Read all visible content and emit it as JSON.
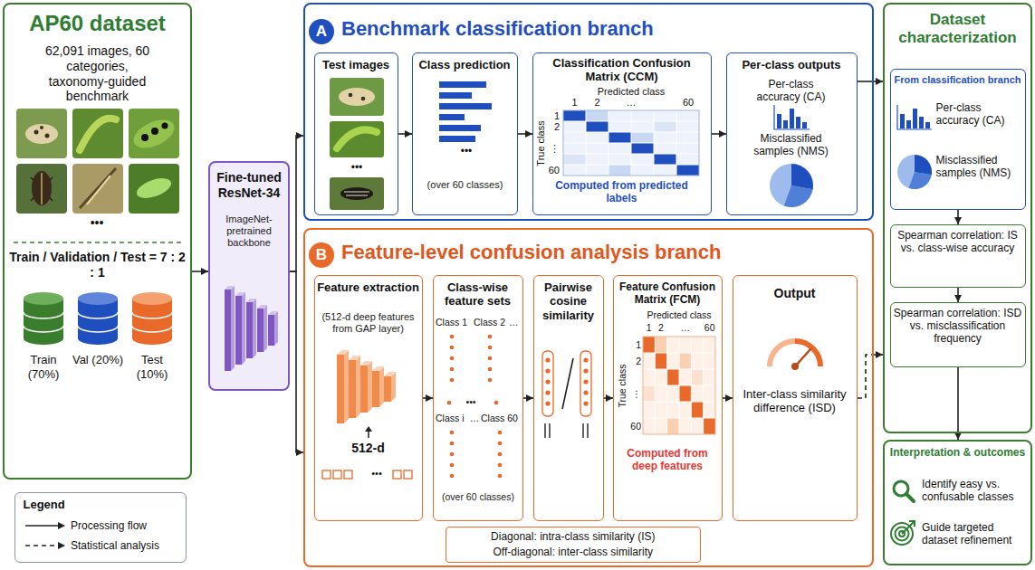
{
  "diagram": {
    "nodes": [
      {
        "text": [
          "AP60 dataset",
          "62,091 images, 60 categories, taxonomy-guided benchmark",
          "Train / Validation / Test = 7 : 2 : 1"
        ]
      },
      {
        "text": [
          "Legend"
        ]
      },
      {
        "text": [
          "Fine-tuned ResNet-34",
          "ImageNet-pretrained backbone"
        ]
      },
      {
        "text": [
          "Benchmark classification branch"
        ]
      },
      {
        "text": [
          "A"
        ],
        "in": 3
      },
      {
        "text": [
          "Test images"
        ],
        "in": 3
      },
      {
        "text": [
          "Class prediction"
        ],
        "in": 3
      },
      {
        "text": [
          "Classification Confusion Matrix (CCM)",
          "Computed from predicted labels"
        ],
        "in": 3
      },
      {
        "text": [
          "Per-class outputs",
          "Per-class accuracy (CA)",
          "Misclassified samples (NMS)"
        ],
        "in": 3
      },
      {
        "text": [
          "Feature-level confusion analysis branch"
        ]
      },
      {
        "text": [
          "B"
        ],
        "in": 9
      },
      {
        "text": [
          "Feature extraction",
          "(512-d deep features from GAP layer)",
          "512-d"
        ],
        "in": 9
      },
      {
        "text": [
          "Class-wise feature sets"
        ],
        "in": 9
      },
      {
        "text": [
          "Pairwise cosine similarity"
        ],
        "in": 9
      },
      {
        "text": [
          "Feature Confusion Matrix (FCM)",
          "Computed from deep features"
        ],
        "in": 9
      },
      {
        "text": [
          "Output",
          "Inter-class similarity difference (ISD)"
        ],
        "in": 9
      },
      {
        "text": [
          "Diagonal: intra-class similarity (IS)",
          "Off-diagonal: inter-class similarity"
        ],
        "in": 9
      },
      {
        "text": [
          "Dataset characterization"
        ]
      },
      {
        "text": [
          "From classification branch",
          "Per-class accuracy (CA)",
          "Misclassified samples (NMS)"
        ],
        "in": 17
      },
      {
        "text": [
          "Spearman correlation: IS vs. class-wise accuracy"
        ],
        "in": 17
      },
      {
        "text": [
          "Spearman correlation: ISD vs. misclassification frequency"
        ],
        "in": 17
      },
      {
        "text": [
          "Interpretation & outcomes",
          "Identify easy vs. confusable classes",
          "Guide targeted dataset refinement"
        ]
      }
    ],
    "edges": [
      {
        "from": 0,
        "to": 2,
        "arrow": "to"
      },
      {
        "from": 2,
        "to": 3,
        "arrow": "to"
      },
      {
        "from": 2,
        "to": 9,
        "arrow": "to"
      },
      {
        "from": 5,
        "to": 6,
        "arrow": "to"
      },
      {
        "from": 6,
        "to": 7,
        "arrow": "to"
      },
      {
        "from": 7,
        "to": 8,
        "arrow": "to"
      },
      {
        "from": 8,
        "to": 17,
        "arrow": "to"
      },
      {
        "from": 11,
        "to": 12,
        "arrow": "to"
      },
      {
        "from": 12,
        "to": 13,
        "arrow": "to"
      },
      {
        "from": 13,
        "to": 14,
        "arrow": "to"
      },
      {
        "from": 14,
        "to": 15,
        "arrow": "to"
      },
      {
        "from": 15,
        "to": 17,
        "arrow": "to"
      },
      {
        "from": 18,
        "to": 19,
        "arrow": "to"
      },
      {
        "from": 19,
        "to": 20,
        "arrow": "to"
      },
      {
        "from": 20,
        "to": 21,
        "arrow": "to"
      }
    ],
    "labels": [
      "•••",
      "Train (70%)",
      "Val (20%)",
      "Test (10%)",
      "•••",
      "•••",
      "(over 60 classes)",
      "Predicted class",
      "1",
      "2",
      "…",
      "60",
      "True class",
      "1",
      "2",
      "⋮",
      "60",
      "•••",
      "Class 1",
      "Class 2",
      "…",
      "•••",
      "Class i",
      "…",
      "Class 60",
      "(over 60 classes)",
      "Predicted class",
      "1",
      "2",
      "…",
      "60",
      "True class",
      "1",
      "2",
      "⋮",
      "60"
    ],
    "legend": [
      {
        "text": "Processing flow"
      },
      {
        "text": "Statistical analysis"
      }
    ]
  }
}
